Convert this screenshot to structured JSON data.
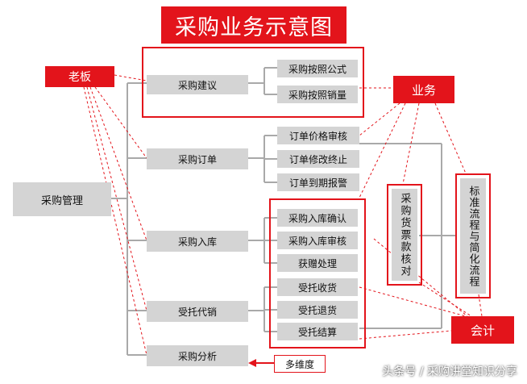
{
  "title": "采购业务示意图",
  "root": "采购管理",
  "categories": {
    "suggest": "采购建议",
    "order": "采购订单",
    "inbound": "采购入库",
    "consign": "受托代销",
    "analysis": "采购分析"
  },
  "items": {
    "suggest": [
      "采购按照公式",
      "采购按照销量"
    ],
    "order": [
      "订单价格审核",
      "订单修改终止",
      "订单到期报警"
    ],
    "inbound": [
      "采购入库确认",
      "采购入库审核",
      "获赠处理"
    ],
    "consign": [
      "受托收货",
      "受托退货",
      "受托结算"
    ]
  },
  "multidim": "多维度",
  "roles": {
    "boss": "老板",
    "business": "业务",
    "accounting": "会计"
  },
  "vertical": {
    "reconcile": "采购货票款核对",
    "standard": "标准流程与简化流程"
  },
  "watermark": "头条号 / 采购讲堂知识分享",
  "colors": {
    "accent": "#e3141b",
    "box": "#d4d4d4",
    "line": "#a9a9a9"
  }
}
